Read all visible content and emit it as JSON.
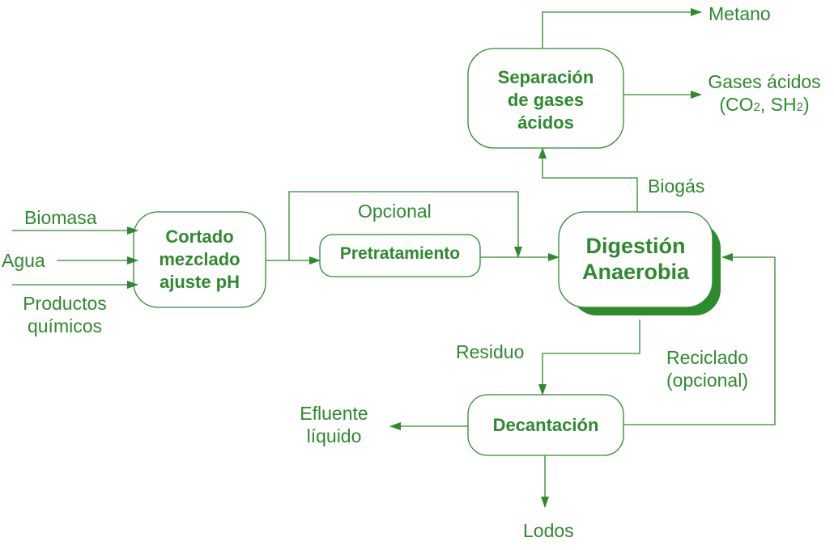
{
  "colors": {
    "stroke": "#2d8a2d",
    "text": "#2d8a2d",
    "shadow": "#2d8a2d",
    "background": "#ffffff"
  },
  "nodes": {
    "cortado": {
      "lines": [
        "Cortado",
        "mezclado",
        "ajuste pH"
      ]
    },
    "pretratamiento": {
      "label": "Pretratamiento"
    },
    "digestion": {
      "lines": [
        "Digestión",
        "Anaerobia"
      ]
    },
    "separacion": {
      "lines": [
        "Separación",
        "de gases",
        "ácidos"
      ]
    },
    "decantacion": {
      "label": "Decantación"
    }
  },
  "labels": {
    "biomasa": "Biomasa",
    "agua": "Agua",
    "productos": [
      "Productos",
      "químicos"
    ],
    "opcional": "Opcional",
    "biogas": "Biogás",
    "metano": "Metano",
    "gases_acidos": {
      "line1": "Gases ácidos",
      "line2_prefix": "(CO",
      "line2_sub1": "2",
      "line2_mid": ", SH",
      "line2_sub2": "2",
      "line2_suffix": ")"
    },
    "residuo": "Residuo",
    "reciclado": [
      "Reciclado",
      "(opcional)"
    ],
    "efluente": [
      "Efluente",
      "líquido"
    ],
    "lodos": "Lodos"
  }
}
